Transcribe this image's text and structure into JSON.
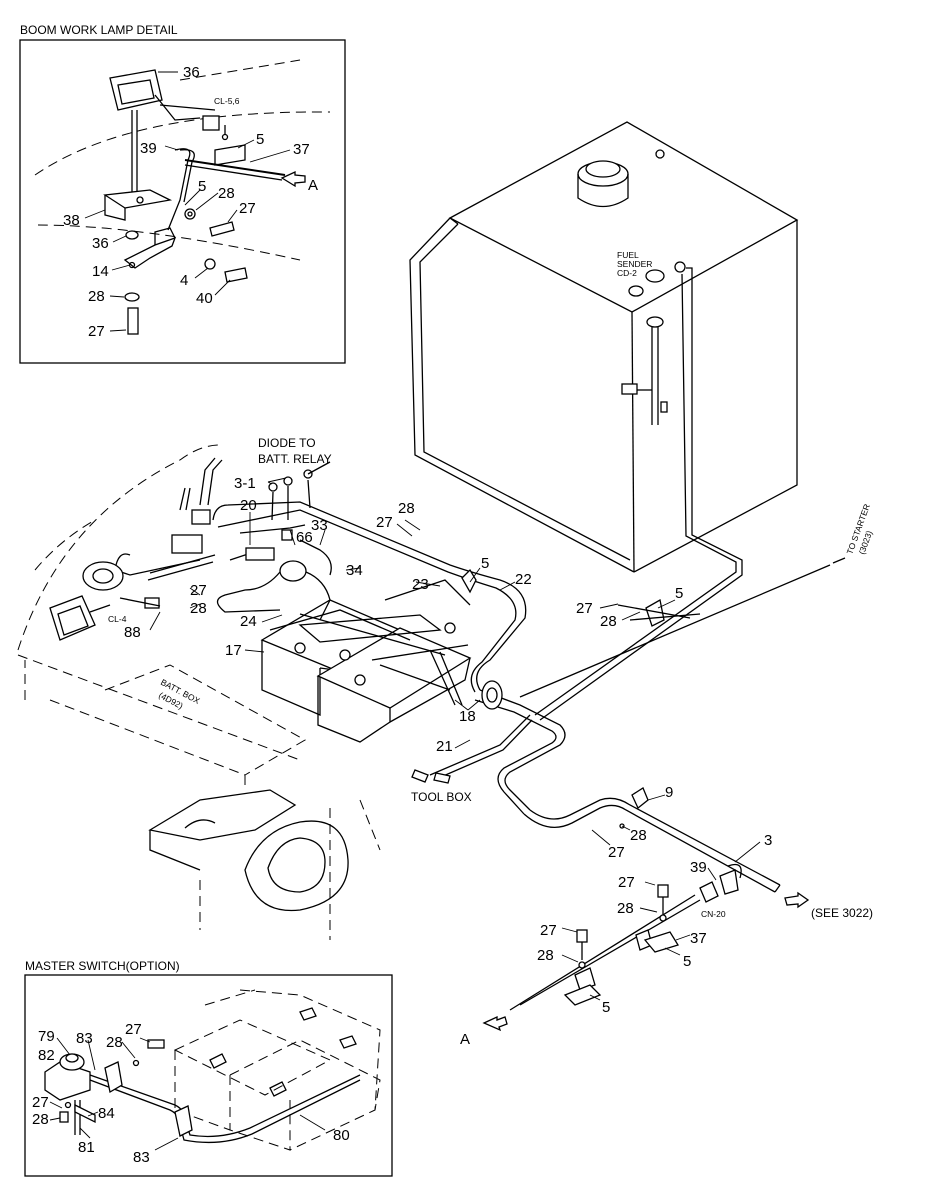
{
  "captions": {
    "boom_lamp_detail": "BOOM WORK LAMP DETAIL",
    "master_switch": "MASTER SWITCH(OPTION)",
    "diode_line1": "DIODE TO",
    "diode_line2": "BATT. RELAY",
    "tool_box": "TOOL BOX",
    "see_3022": "(SEE 3022)",
    "to_starter_line1": "TO STARTER",
    "to_starter_line2": "(3023)",
    "fuel_sender_line1": "FUEL",
    "fuel_sender_line2": "SENDER",
    "fuel_sender_line3": "CD-2",
    "batt_box_line1": "BATT. BOX",
    "batt_box_line2": "(4D92)",
    "connector_cl56": "CL-5,6",
    "connector_cl4": "CL-4",
    "connector_cn20": "CN-20",
    "arrow_a_top": "A",
    "arrow_a_bottom": "A"
  },
  "detail_labels": {
    "p36a": "36",
    "p5a": "5",
    "p39": "39",
    "p37": "37",
    "p5b": "5",
    "p28a": "28",
    "p27a": "27",
    "p38": "38",
    "p36b": "36",
    "p14": "14",
    "p4": "4",
    "p40": "40",
    "p28b": "28",
    "p27b": "27"
  },
  "main_labels": {
    "p3_1": "3-1",
    "p20": "20",
    "p66": "66",
    "p33": "33",
    "p27c": "27",
    "p28c": "28",
    "p34": "34",
    "p27d": "27",
    "p28d": "28",
    "p88": "88",
    "p24": "24",
    "p23": "23",
    "p5c": "5",
    "p22": "22",
    "p17": "17",
    "p18": "18",
    "p21": "21",
    "p27e": "27",
    "p28e": "28",
    "p5d": "5",
    "p9": "9",
    "p28f": "28",
    "p27f": "27",
    "p3": "3",
    "p39b": "39",
    "p27g": "27",
    "p28g": "28",
    "p37b": "37",
    "p27h": "27",
    "p28h": "28",
    "p5e": "5",
    "p5f": "5"
  },
  "master_labels": {
    "p79": "79",
    "p82": "82",
    "p83a": "83",
    "p28i": "28",
    "p27i": "27",
    "p27j": "27",
    "p28j": "28",
    "p84": "84",
    "p81": "81",
    "p80": "80",
    "p83b": "83"
  }
}
